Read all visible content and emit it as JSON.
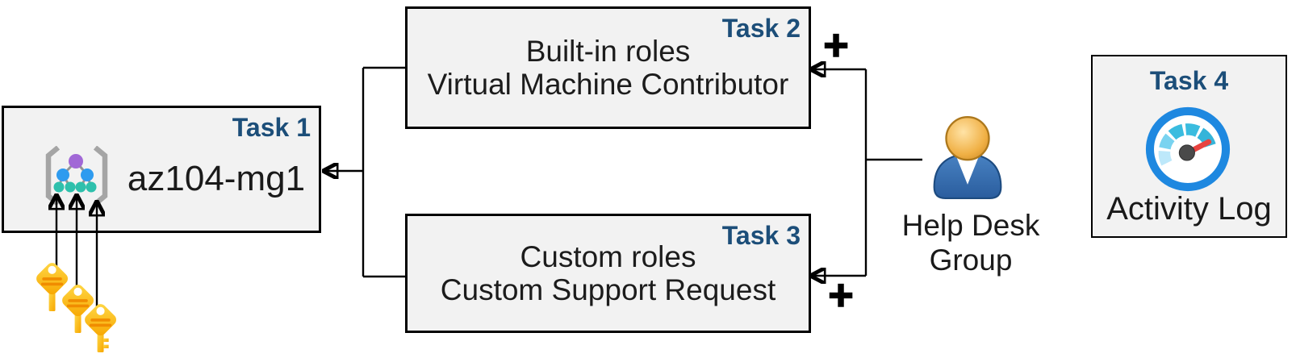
{
  "tasks": {
    "task1": {
      "label": "Task 1",
      "title": "az104-mg1"
    },
    "task2": {
      "label": "Task 2",
      "lines": [
        "Built-in roles",
        "Virtual Machine Contributor"
      ]
    },
    "task3": {
      "label": "Task 3",
      "lines": [
        "Custom roles",
        "Custom Support Request"
      ]
    },
    "task4": {
      "label": "Task 4",
      "caption": "Activity Log"
    }
  },
  "help_desk_group": {
    "line1": "Help Desk",
    "line2": "Group"
  },
  "annotations": {
    "plus_top": "+",
    "plus_bottom": "+"
  },
  "icons": {
    "management_group": "management-group-icon",
    "keys": "key-icon",
    "user": "user-icon",
    "gauge": "gauge-icon"
  },
  "colors": {
    "task_label": "#1C4E79",
    "box_fill": "#F2F2F2",
    "box_border": "#000000",
    "connector": "#000000",
    "key_yellow": "#FFD948",
    "key_orange": "#F7A600",
    "key_stripe": "#F08C00",
    "mg_root": "#A168D6",
    "mg_mid": "#2E9BEF",
    "mg_leaf": "#2EC0AC",
    "mg_bracket": "#A5A5A5",
    "user_head": "#F0B045",
    "user_body": "#2F6BAD",
    "gauge_ring": "#1E88E0",
    "gauge_segment": "#3ABCDF",
    "gauge_segment_pale": "#BDE8FA",
    "gauge_needle": "#E8433F"
  }
}
